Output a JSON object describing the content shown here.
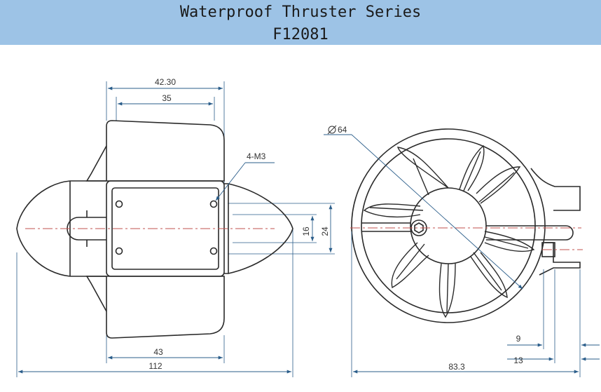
{
  "header": {
    "title": "Waterproof Thruster Series",
    "model": "F12081"
  },
  "dimensions": {
    "top_outer": "42.30",
    "top_inner": "35",
    "hole_label": "4-M3",
    "dim_16": "16",
    "dim_24": "24",
    "bottom_43": "43",
    "bottom_112": "112",
    "diameter": "64",
    "right_9": "9",
    "right_13": "13",
    "bottom_83": "83.3"
  },
  "colors": {
    "banner": "#9dc3e6",
    "outline": "#2a2a2a",
    "dimension": "#2a5d8a",
    "centerline": "#c0504d"
  }
}
